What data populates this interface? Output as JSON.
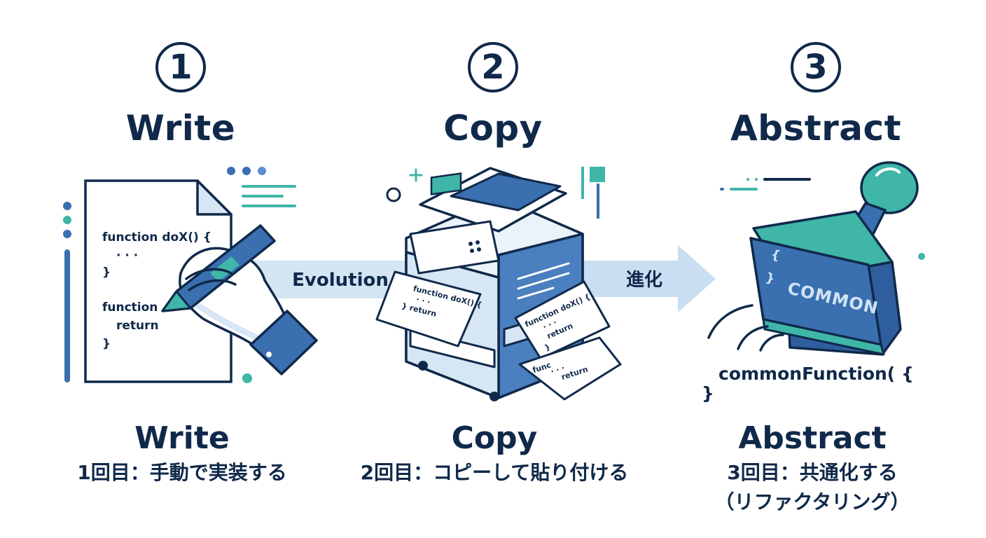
{
  "steps": [
    {
      "number": "1",
      "title": "Write",
      "caption": "Write",
      "description": "1回目：手動で実装する",
      "description2": ""
    },
    {
      "number": "2",
      "title": "Copy",
      "caption": "Copy",
      "description": "2回目：コピーして貼り付ける",
      "description2": ""
    },
    {
      "number": "3",
      "title": "Abstract",
      "caption": "Abstract",
      "description": "3回目：共通化する",
      "description2": "（リファクタリング）"
    }
  ],
  "arrows": {
    "left_label": "Evolution",
    "right_label": "進化"
  },
  "document_code": {
    "line1": "function doX() {",
    "line2": "· · ·",
    "line3": "}",
    "line4": "function",
    "line5": "return",
    "line6": "}"
  },
  "paper_code": {
    "a1": "function doX() {",
    "a2": "· · ·",
    "a3": "}  return",
    "b1": "function doX() {",
    "b2": "· · ·",
    "b3": "return",
    "b4": "}",
    "c1": "func",
    "c2": "· · ·",
    "c3": "return"
  },
  "stamp_label": "COMMON",
  "stamp_braces": {
    "top": "{",
    "bottom": "}"
  },
  "result_code": {
    "line1": "commonFunction( {",
    "line2": "}"
  },
  "colors": {
    "navy": "#10294a",
    "blue": "#3a6fb0",
    "teal": "#3fb6a8",
    "light_blue": "#d6e6f4",
    "arrow": "#cfe1f1"
  }
}
